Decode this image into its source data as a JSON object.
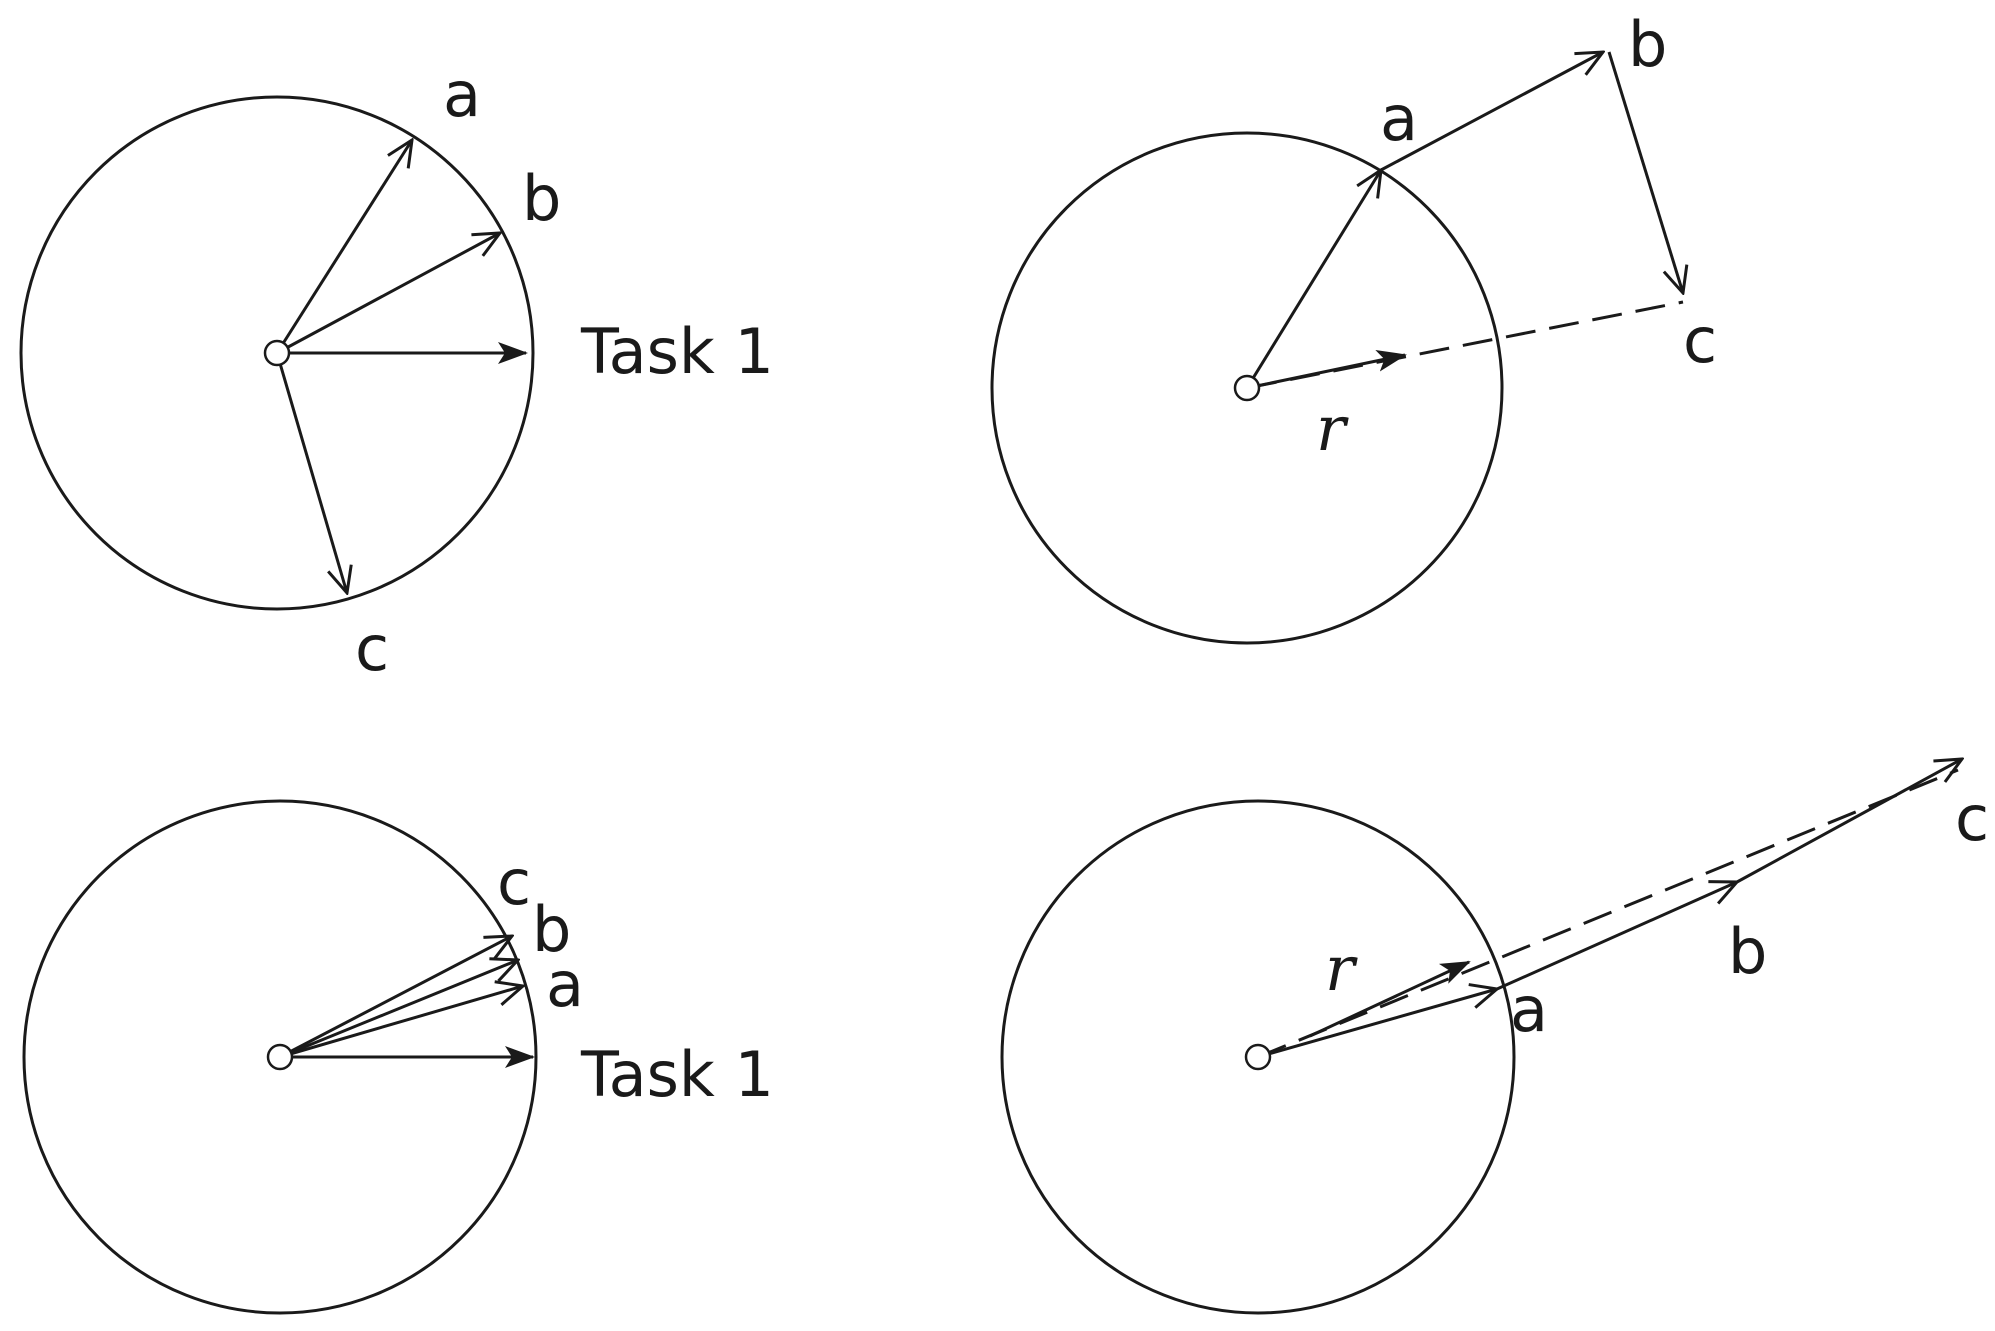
{
  "panels": [
    {
      "id": "top-left",
      "labels": {
        "a": "a",
        "b": "b",
        "c": "c",
        "task": "Task 1"
      }
    },
    {
      "id": "top-right",
      "labels": {
        "a": "a",
        "b": "b",
        "c": "c",
        "r": "r"
      }
    },
    {
      "id": "bottom-left",
      "labels": {
        "a": "a",
        "b": "b",
        "c": "c",
        "task": "Task 1"
      }
    },
    {
      "id": "bottom-right",
      "labels": {
        "a": "a",
        "b": "b",
        "c": "c",
        "r": "r"
      }
    }
  ],
  "colors": {
    "ink": "#1a1a1a",
    "background": "#ffffff"
  }
}
